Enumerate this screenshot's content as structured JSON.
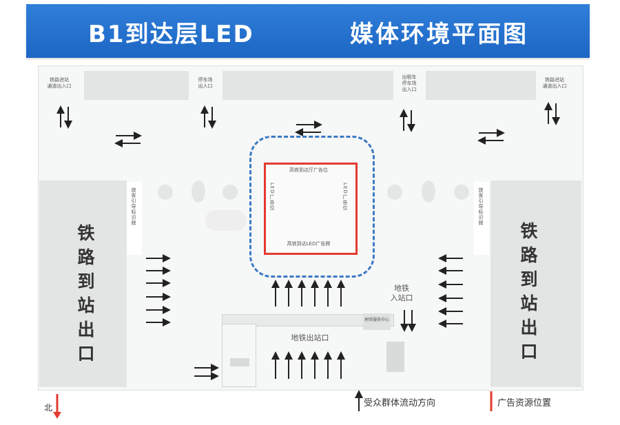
{
  "header": {
    "title_left": "B1到达层LED",
    "title_right": "媒体环境平面图"
  },
  "labels": {
    "top_left_exit": "铁路进站\n通道出入口",
    "top_mid_left": "停车场\n出入口",
    "top_mid_right": "出租车\n停车场\n出入口",
    "top_right_exit": "铁路进站\n通道出入口",
    "left_pillar": "旅客引导标识牌",
    "right_pillar": "旅客引导标识牌",
    "left_exit": "铁路到站出口",
    "right_exit": "铁路到站出口",
    "ad_top": "高铁到达厅广告位",
    "ad_left": "LED广告位",
    "ad_right": "LED广告位",
    "ad_bottom": "高铁到达LED广告牌",
    "metro_entry": "地铁\n入站口",
    "metro_exit": "地铁出站口",
    "small_box": "地铁服务中心",
    "compass": "北"
  },
  "legend": {
    "flow": "受众群体流动方向",
    "ad": "广告资源位置"
  },
  "colors": {
    "banner": "#1d66c4",
    "ad_border": "#e23b2e",
    "dashed": "#3b78c4"
  }
}
